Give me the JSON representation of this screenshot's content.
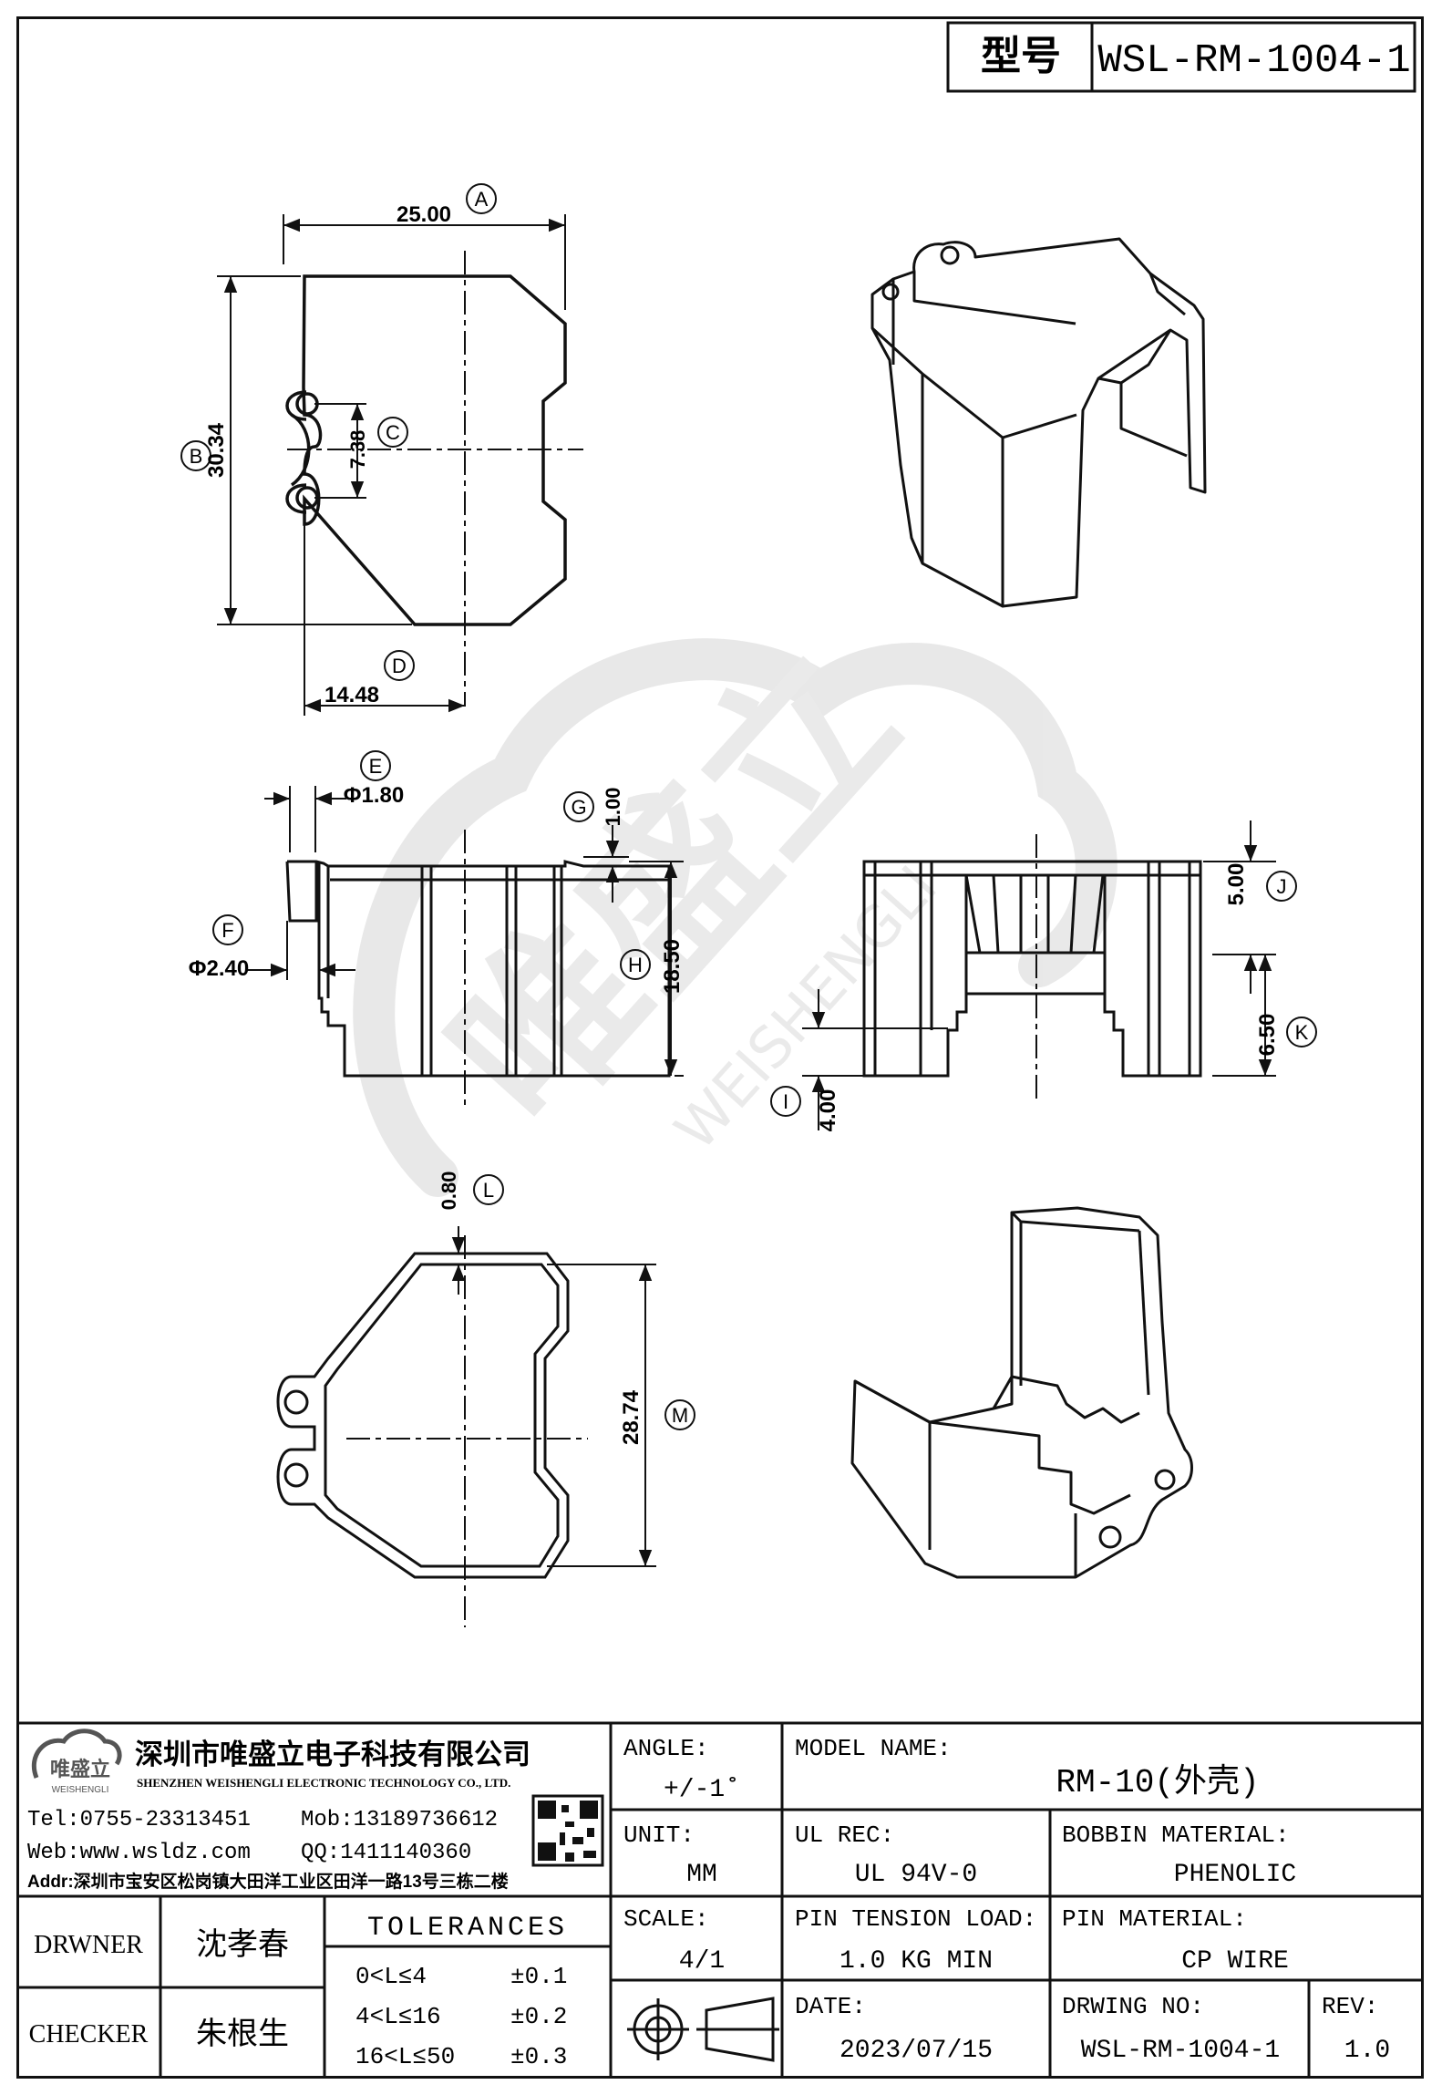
{
  "header": {
    "type_label": "型号",
    "type_value": "WSL-RM-1004-1"
  },
  "dimensions": {
    "A": {
      "id": "A",
      "value": "25.00"
    },
    "B": {
      "id": "B",
      "value": "30.34"
    },
    "C": {
      "id": "C",
      "value": "7.38"
    },
    "D": {
      "id": "D",
      "value": "14.48"
    },
    "E": {
      "id": "E",
      "value": "Φ1.80"
    },
    "F": {
      "id": "F",
      "value": "Φ2.40"
    },
    "G": {
      "id": "G",
      "value": "1.00"
    },
    "H": {
      "id": "H",
      "value": "18.50"
    },
    "I": {
      "id": "I",
      "value": "4.00"
    },
    "J": {
      "id": "J",
      "value": "5.00"
    },
    "K": {
      "id": "K",
      "value": "6.50"
    },
    "L": {
      "id": "L",
      "value": "0.80"
    },
    "M": {
      "id": "M",
      "value": "28.74"
    }
  },
  "watermark": {
    "brand": "唯盛立",
    "pinyin": "WEISHENGLI"
  },
  "company": {
    "logo_text": "唯盛立",
    "logo_sub": "WEISHENGLI",
    "name_cn": "深圳市唯盛立电子科技有限公司",
    "name_en": "SHENZHEN WEISHENGLI ELECTRONIC TECHNOLOGY CO., LTD.",
    "tel": "Tel:0755-23313451",
    "mob": "Mob:13189736612",
    "web": "Web:www.wsldz.com",
    "qq": "QQ:1411140360",
    "addr": "Addr:深圳市宝安区松岗镇大田洋工业区田洋一路13号三栋二楼"
  },
  "title_block": {
    "angle_label": "ANGLE:",
    "angle_value": "+/-1˚",
    "model_label": "MODEL NAME:",
    "model_value": "RM-10(外壳)",
    "unit_label": "UNIT:",
    "unit_value": "MM",
    "ul_label": "UL REC:",
    "ul_value": "UL 94V-0",
    "bobbin_label": "BOBBIN MATERIAL:",
    "bobbin_value": "PHENOLIC",
    "scale_label": "SCALE:",
    "scale_value": "4/1",
    "tension_label": "PIN TENSION LOAD:",
    "tension_value": "1.0 KG MIN",
    "pin_label": "PIN MATERIAL:",
    "pin_value": "CP WIRE",
    "date_label": "DATE:",
    "date_value": "2023/07/15",
    "drwing_label": "DRWING NO:",
    "drwing_value": "WSL-RM-1004-1",
    "rev_label": "REV:",
    "rev_value": "1.0",
    "drawer_label": "DRWNER",
    "drawer_name": "沈孝春",
    "checker_label": "CHECKER",
    "checker_name": "朱根生",
    "tolerances_label": "TOLERANCES",
    "tolerances": [
      {
        "range": "0<L≤4",
        "tol": "±0.1"
      },
      {
        "range": "4<L≤16",
        "tol": "±0.2"
      },
      {
        "range": "16<L≤50",
        "tol": "±0.3"
      }
    ]
  }
}
